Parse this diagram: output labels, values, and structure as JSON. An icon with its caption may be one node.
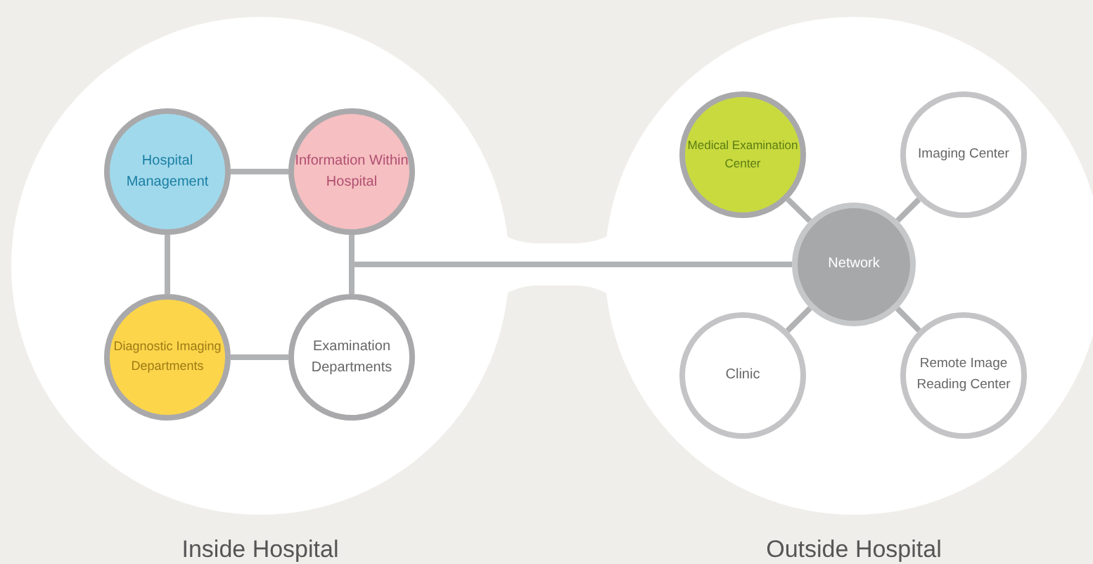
{
  "diagram": {
    "nodes": [
      {
        "text": [
          "Inside Hospital"
        ]
      },
      {
        "text": [
          "Hospital Management"
        ],
        "in": 0
      },
      {
        "text": [
          "Information Within Hospital"
        ],
        "in": 0
      },
      {
        "text": [
          "Diagnostic Imaging Departments"
        ],
        "in": 0
      },
      {
        "text": [
          "Examination Departments"
        ],
        "in": 0
      },
      {
        "text": [
          "Outside Hospital"
        ]
      },
      {
        "text": [
          "Medical Examination Center"
        ],
        "in": 5
      },
      {
        "text": [
          "Imaging Center"
        ],
        "in": 5
      },
      {
        "text": [
          "Network"
        ],
        "in": 5
      },
      {
        "text": [
          "Clinic"
        ],
        "in": 5
      },
      {
        "text": [
          "Remote Image Reading Center"
        ],
        "in": 5
      }
    ],
    "edges": [
      {
        "from": 1,
        "to": 2,
        "arrow": "none"
      },
      {
        "from": 1,
        "to": 3,
        "arrow": "none"
      },
      {
        "from": 3,
        "to": 4,
        "arrow": "none"
      },
      {
        "from": 2,
        "to": 8,
        "arrow": "none"
      },
      {
        "from": 4,
        "to": 8,
        "arrow": "none"
      },
      {
        "from": 6,
        "to": 8,
        "arrow": "none"
      },
      {
        "from": 7,
        "to": 8,
        "arrow": "none"
      },
      {
        "from": 9,
        "to": 8,
        "arrow": "none"
      },
      {
        "from": 10,
        "to": 8,
        "arrow": "none"
      }
    ]
  }
}
